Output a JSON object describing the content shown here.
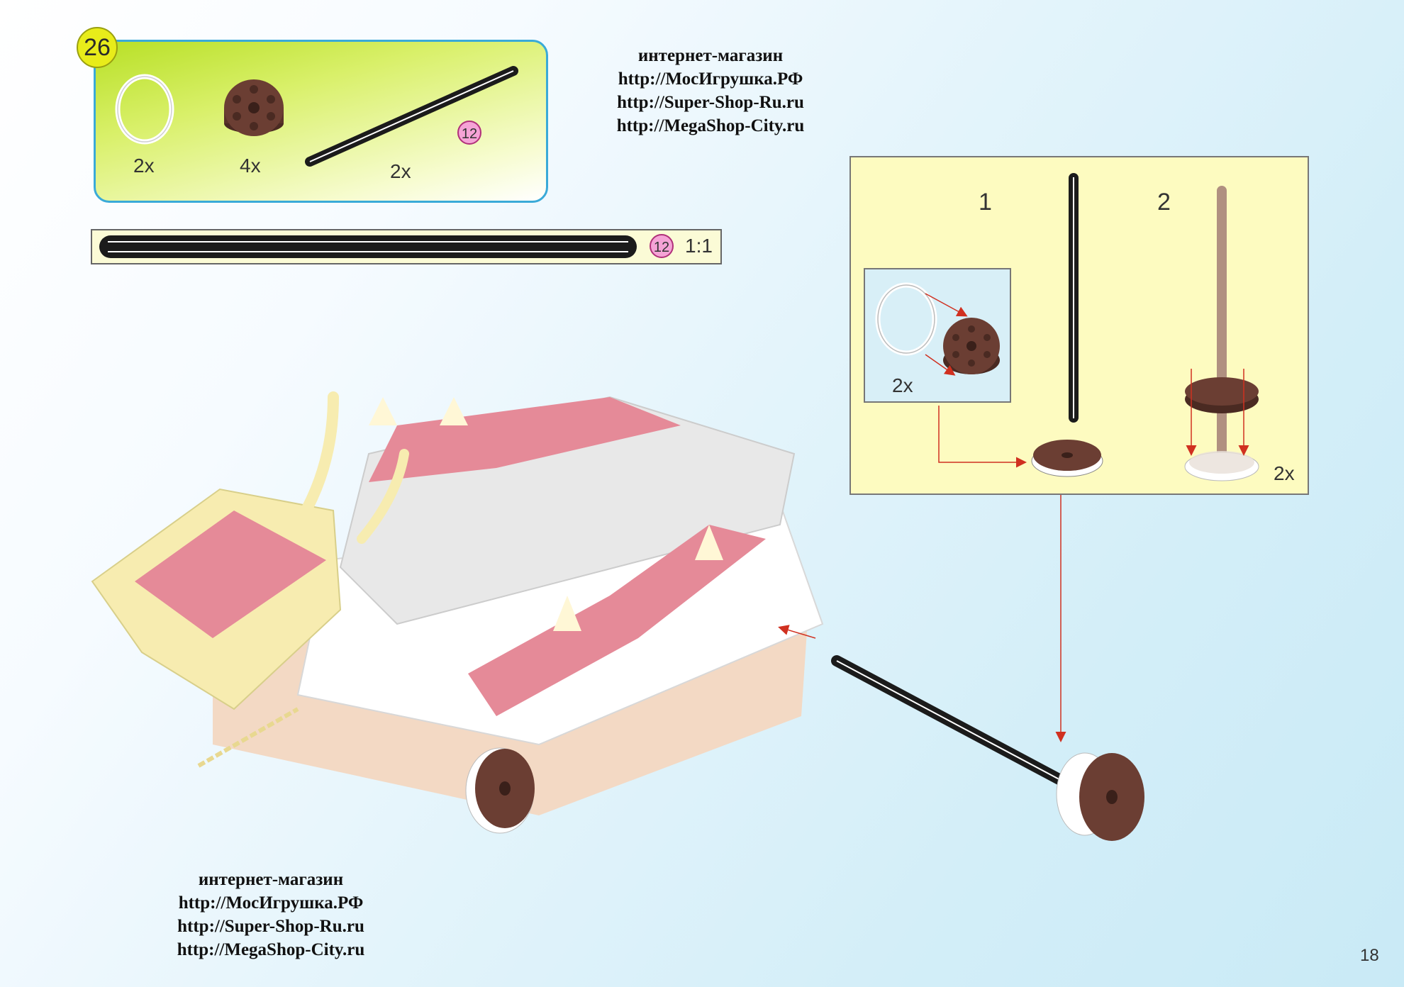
{
  "step": {
    "number": "26"
  },
  "parts": [
    {
      "name": "rubber-band",
      "qty": "2x"
    },
    {
      "name": "wheel-hub",
      "qty": "4x"
    },
    {
      "name": "axle",
      "qty": "2x",
      "length": "12"
    }
  ],
  "scale_bar": {
    "length": "12",
    "scale": "1:1"
  },
  "ads": {
    "top": [
      "интернет-магазин",
      "http://МосИгрушка.РФ",
      "http://Super-Shop-Ru.ru",
      "http://MegaShop-City.ru"
    ],
    "bottom": [
      "интернет-магазин",
      "http://МосИгрушка.РФ",
      "http://Super-Shop-Ru.ru",
      "http://MegaShop-City.ru"
    ]
  },
  "substeps": [
    {
      "number": "1",
      "inset_qty": "2x"
    },
    {
      "number": "2",
      "qty": "2x"
    }
  ],
  "page": {
    "number": "18"
  },
  "colors": {
    "hub": "#6b3e33",
    "axle": "#222222",
    "model_pink": "#e58a98",
    "model_cream": "#f7ecb0",
    "arrow": "#d03020",
    "frame_blue": "#3aaad8"
  }
}
